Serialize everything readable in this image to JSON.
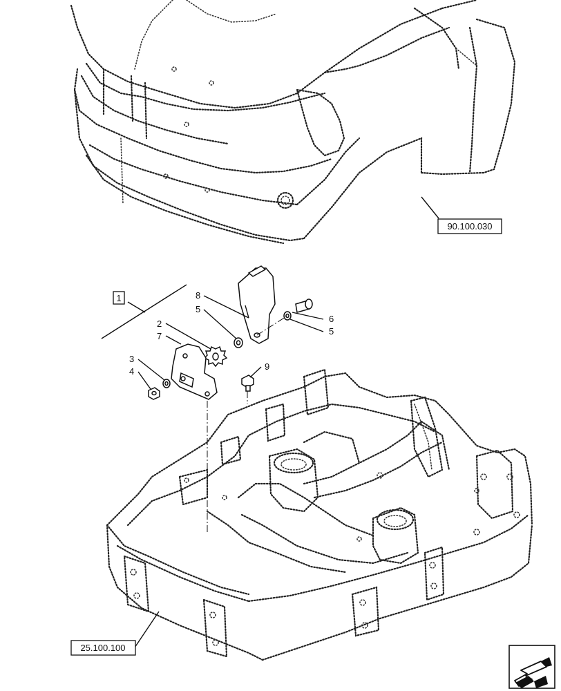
{
  "references": {
    "cab_ref": "90.100.030",
    "frame_ref": "25.100.100",
    "group_box": "1"
  },
  "callouts": [
    {
      "id": "c8",
      "text": "8"
    },
    {
      "id": "c5a",
      "text": "5"
    },
    {
      "id": "c6",
      "text": "6"
    },
    {
      "id": "c5b",
      "text": "5"
    },
    {
      "id": "c2",
      "text": "2"
    },
    {
      "id": "c7",
      "text": "7"
    },
    {
      "id": "c3",
      "text": "3"
    },
    {
      "id": "c4",
      "text": "4"
    },
    {
      "id": "c9",
      "text": "9"
    }
  ],
  "nav_icon": "next-page-arrow-icon"
}
